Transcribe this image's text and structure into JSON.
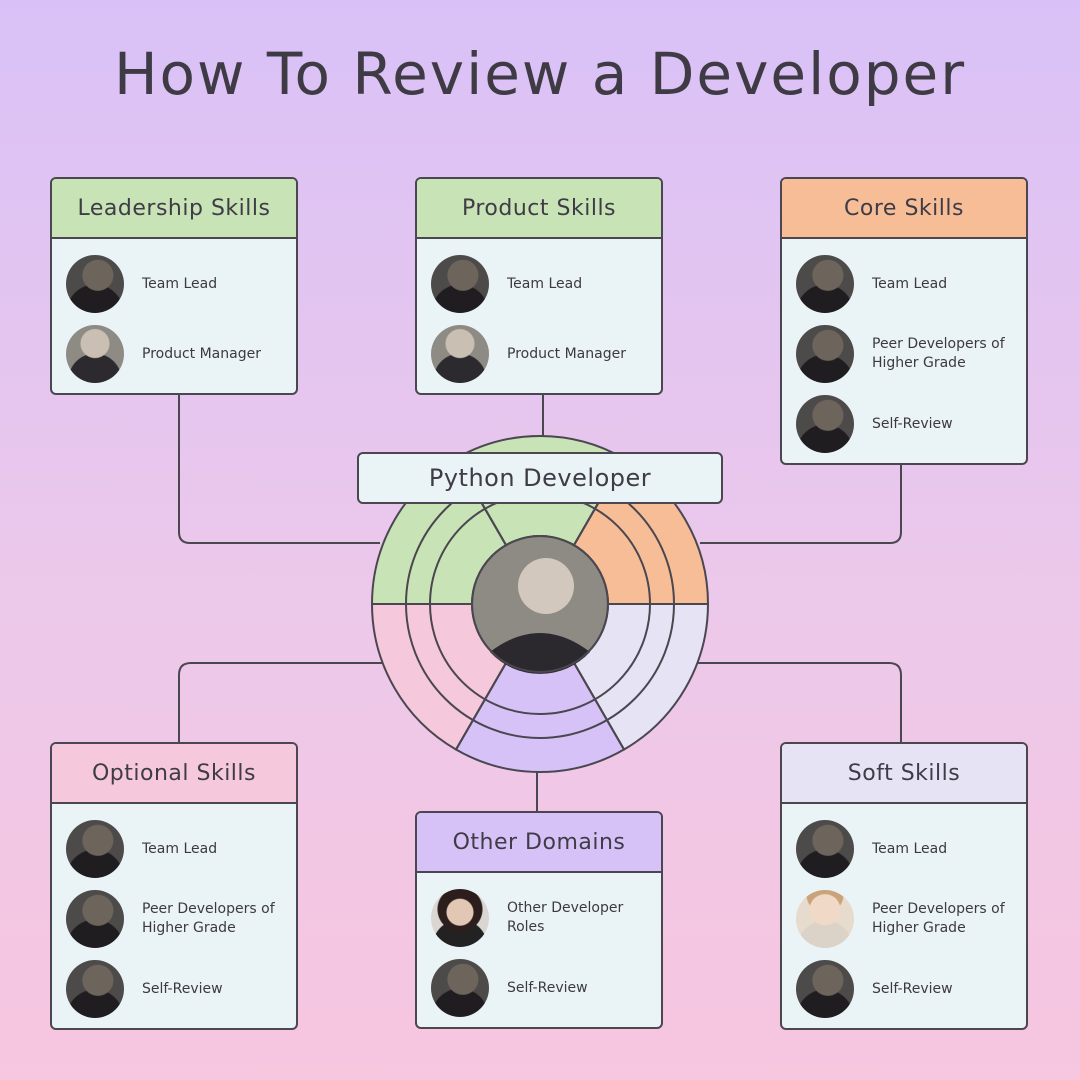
{
  "title": "How To Review a Developer",
  "center": {
    "label": "Python Developer"
  },
  "colors": {
    "leadership": "#c8e3b5",
    "product": "#c8e3b5",
    "core": "#f6bd96",
    "optional": "#f6c8db",
    "other": "#d7c2f8",
    "soft": "#e6e3f4",
    "card_body": "#eaf3f6",
    "outline": "#4a4750"
  },
  "cards": {
    "leadership": {
      "title": "Leadership Skills",
      "reviewers": [
        "Team Lead",
        "Product Manager"
      ]
    },
    "product": {
      "title": "Product Skills",
      "reviewers": [
        "Team Lead",
        "Product Manager"
      ]
    },
    "core": {
      "title": "Core Skills",
      "reviewers": [
        "Team Lead",
        "Peer Developers of Higher Grade",
        "Self-Review"
      ]
    },
    "optional": {
      "title": "Optional Skills",
      "reviewers": [
        "Team Lead",
        "Peer Developers of Higher Grade",
        "Self-Review"
      ]
    },
    "other": {
      "title": "Other Domains",
      "reviewers": [
        "Other Developer Roles",
        "Self-Review"
      ]
    },
    "soft": {
      "title": "Soft Skills",
      "reviewers": [
        "Team Lead",
        "Peer Developers of Higher Grade",
        "Self-Review"
      ]
    }
  }
}
